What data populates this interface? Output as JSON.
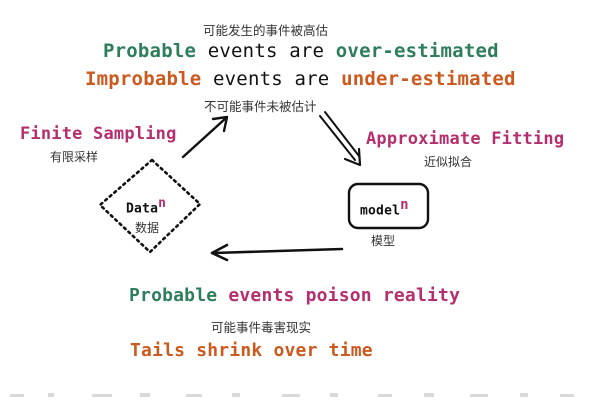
{
  "colors": {
    "green": "#2e7d5b",
    "orange": "#cc5a1e",
    "magenta": "#b52e6e",
    "ink": "#111111"
  },
  "header": {
    "cn_top": "可能发生的事件被高估",
    "line1": {
      "word1": "Probable",
      "mid": "events are",
      "word2": "over-estimated"
    },
    "line2": {
      "word1": "Improbable",
      "mid": "events are",
      "word2": "under-estimated"
    },
    "cn_bottom": "不可能事件未被估计"
  },
  "left": {
    "label": "Finite Sampling",
    "cn": "有限采样"
  },
  "right": {
    "label": "Approximate Fitting",
    "cn": "近似拟合"
  },
  "data_node": {
    "label": "Data",
    "sup": "n",
    "cn": "数据"
  },
  "model_node": {
    "label": "model",
    "sup": "n",
    "cn": "模型"
  },
  "footer": {
    "line1": {
      "word1": "Probable",
      "rest": "events poison reality"
    },
    "cn": "可能事件毒害现实",
    "line2": "Tails shrink over time"
  }
}
